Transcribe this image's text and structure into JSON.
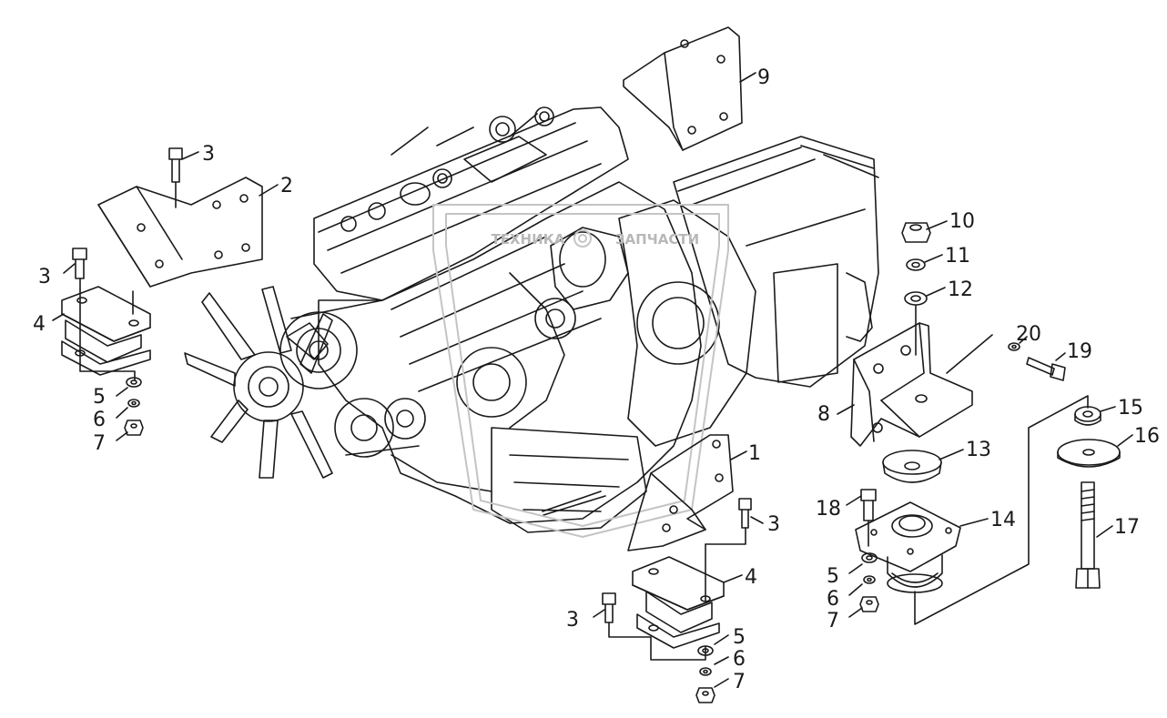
{
  "diagram": {
    "watermark": {
      "left": "ТЕХНИКА",
      "right": "ЗАПЧАСТИ",
      "icon": "gear-icon"
    },
    "callouts": {
      "c1": "1",
      "c2": "2",
      "c3a": "3",
      "c3b": "3",
      "c3c": "3",
      "c3d": "3",
      "c4a": "4",
      "c4b": "4",
      "c5a": "5",
      "c5b": "5",
      "c5c": "5",
      "c6a": "6",
      "c6b": "6",
      "c6c": "6",
      "c7a": "7",
      "c7b": "7",
      "c7c": "7",
      "c8": "8",
      "c9": "9",
      "c10": "10",
      "c11": "11",
      "c12": "12",
      "c13": "13",
      "c14": "14",
      "c15": "15",
      "c16": "16",
      "c17": "17",
      "c18": "18",
      "c19": "19",
      "c20": "20"
    },
    "line_color": "#1a1a1a",
    "watermark_color": "#c4c4c4"
  }
}
